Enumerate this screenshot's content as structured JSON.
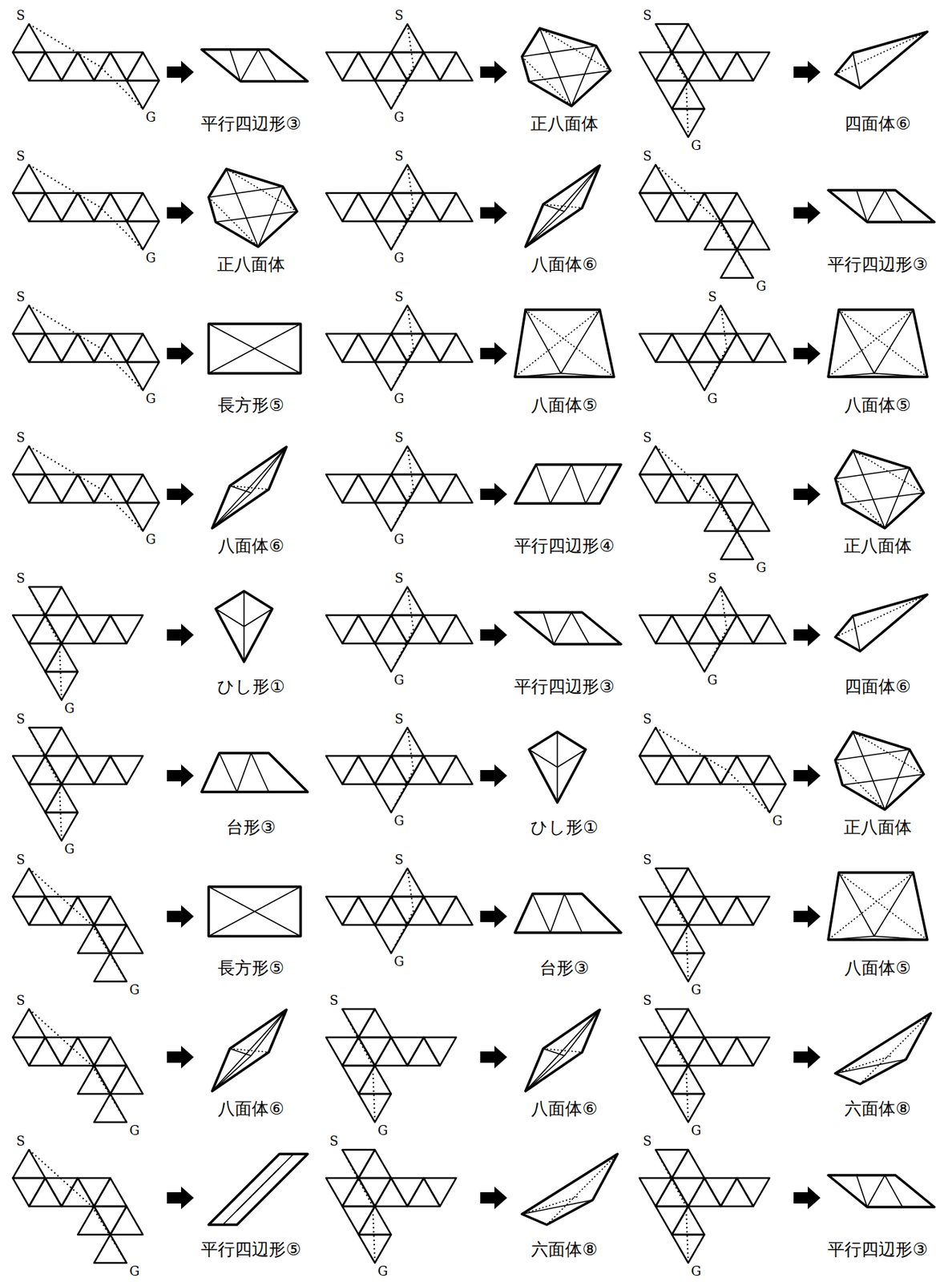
{
  "diagram": {
    "labels": [
      "S",
      "G",
      "平行四辺形③",
      "G",
      "S",
      "正八面体",
      "S",
      "G",
      "四面体⑥",
      "S",
      "G",
      "正八面体",
      "S",
      "G",
      "八面体⑥",
      "S",
      "G",
      "平行四辺形③",
      "S",
      "G",
      "長方形⑤",
      "S",
      "G",
      "八面体⑤",
      "S",
      "G",
      "八面体⑤",
      "S",
      "G",
      "八面体⑥",
      "S",
      "G",
      "平行四辺形④",
      "S",
      "G",
      "正八面体",
      "S",
      "G",
      "ひし形①",
      "S",
      "G",
      "平行四辺形③",
      "S",
      "G",
      "四面体⑥",
      "G",
      "S",
      "台形③",
      "S",
      "G",
      "ひし形①",
      "S",
      "G",
      "正八面体",
      "S",
      "G",
      "長方形⑤",
      "S",
      "G",
      "台形③",
      "S",
      "G",
      "八面体⑤",
      "G",
      "S",
      "八面体⑥",
      "S",
      "G",
      "八面体⑥",
      "S",
      "G",
      "六面体⑧",
      "S",
      "G",
      "平行四辺形⑤",
      "S",
      "G",
      "六面体⑧",
      "S",
      "G",
      "平行四辺形③"
    ]
  }
}
